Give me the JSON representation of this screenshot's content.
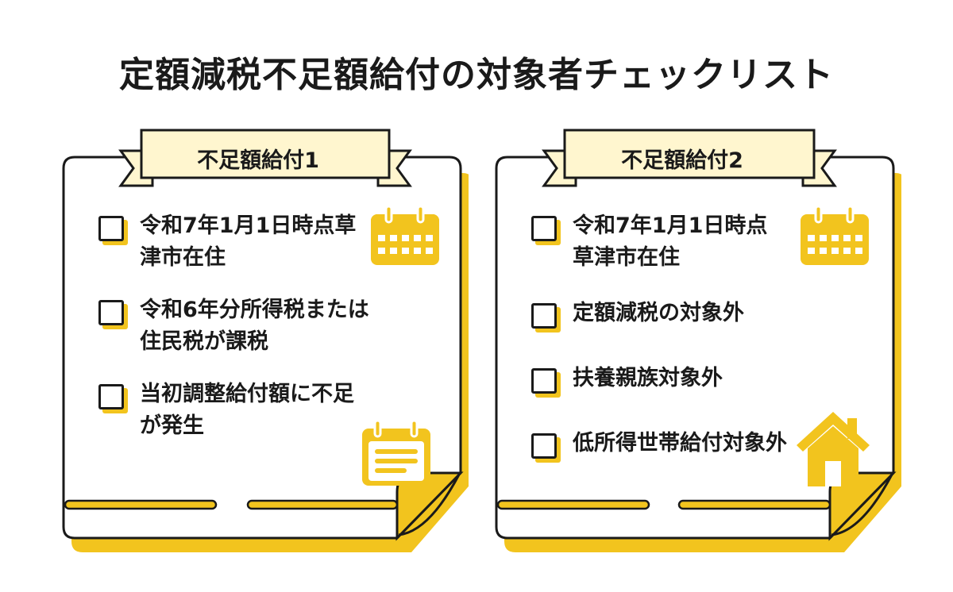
{
  "title": "定額減税不足額給付の対象者チェックリスト",
  "colors": {
    "accent": "#f2c41e",
    "ink": "#1a1a1a",
    "ribbon": "#fff6cf"
  },
  "cards": [
    {
      "label": "不足額給付1",
      "items": [
        {
          "line1": "令和7年1月1日時点草",
          "line2": "津市在住"
        },
        {
          "line1": "令和6年分所得税または",
          "line2": "住民税が課税"
        },
        {
          "line1": "当初調整給付額に不足",
          "line2": "が発生"
        }
      ],
      "icons": [
        "calendar-icon",
        "calendar-document-icon"
      ]
    },
    {
      "label": "不足額給付2",
      "items": [
        {
          "line1": "令和7年1月1日時点",
          "line2": "草津市在住"
        },
        {
          "line1": "定額減税の対象外",
          "line2": ""
        },
        {
          "line1": "扶養親族対象外",
          "line2": ""
        },
        {
          "line1": "低所得世帯給付対象外",
          "line2": ""
        }
      ],
      "icons": [
        "calendar-icon",
        "house-icon"
      ]
    }
  ]
}
